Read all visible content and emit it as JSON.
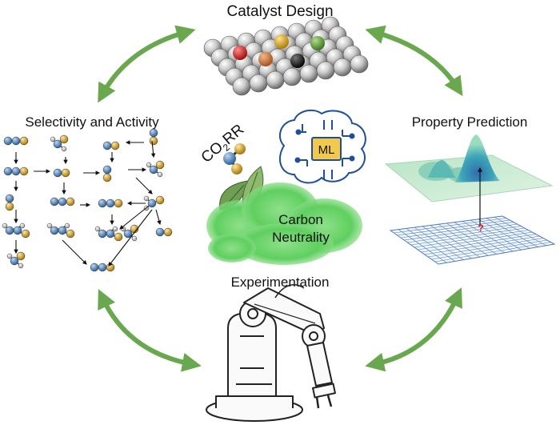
{
  "nodes": {
    "catalyst_design": "Catalyst Design",
    "property_prediction": "Property Prediction",
    "experimentation": "Experimentation",
    "selectivity_activity": "Selectivity and Activity"
  },
  "center": {
    "co2rr_co": "CO",
    "co2rr_sub": "2",
    "co2rr_rr": "RR",
    "ml_chip": "ML",
    "carbon": "Carbon",
    "neutrality": "Neutrality"
  },
  "grid_marker": "?",
  "colors": {
    "arrow_green": "#6aa84f",
    "atom_blue": "#5b8dc4",
    "atom_gold": "#d4a526",
    "cloud_green": "#5fcf5f",
    "chip_gold": "#f3c94d",
    "circuit_blue": "#1f4e9c"
  }
}
